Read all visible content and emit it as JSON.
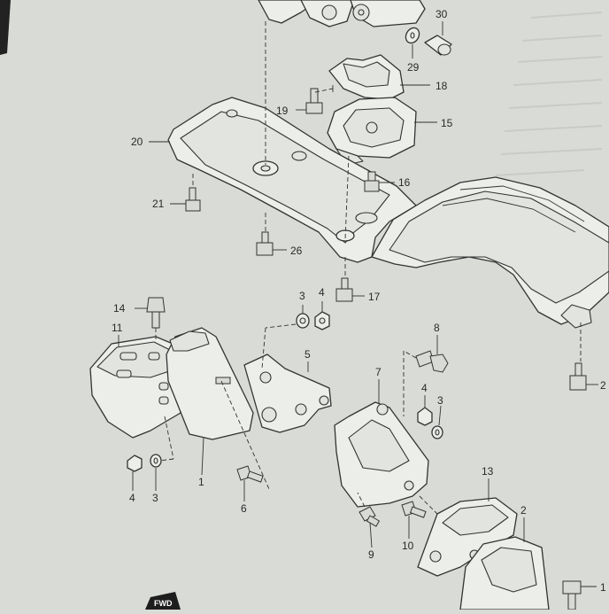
{
  "diagram": {
    "callouts": [
      {
        "id": "c30",
        "label": "30"
      },
      {
        "id": "c29",
        "label": "29"
      },
      {
        "id": "c18",
        "label": "18"
      },
      {
        "id": "c15",
        "label": "15"
      },
      {
        "id": "c19",
        "label": "19"
      },
      {
        "id": "c20",
        "label": "20"
      },
      {
        "id": "c16",
        "label": "16"
      },
      {
        "id": "c21",
        "label": "21"
      },
      {
        "id": "c26",
        "label": "26"
      },
      {
        "id": "c17",
        "label": "17"
      },
      {
        "id": "c3a",
        "label": "3"
      },
      {
        "id": "c4a",
        "label": "4"
      },
      {
        "id": "c14",
        "label": "14"
      },
      {
        "id": "c11",
        "label": "11"
      },
      {
        "id": "c5",
        "label": "5"
      },
      {
        "id": "c8",
        "label": "8"
      },
      {
        "id": "c7",
        "label": "7"
      },
      {
        "id": "c4b",
        "label": "4"
      },
      {
        "id": "c3b",
        "label": "3"
      },
      {
        "id": "c1",
        "label": "1"
      },
      {
        "id": "c4c",
        "label": "4"
      },
      {
        "id": "c3c",
        "label": "3"
      },
      {
        "id": "c6",
        "label": "6"
      },
      {
        "id": "c13",
        "label": "13"
      },
      {
        "id": "c2",
        "label": "2"
      },
      {
        "id": "c9",
        "label": "9"
      },
      {
        "id": "c10",
        "label": "10"
      },
      {
        "id": "c2x",
        "label": "2"
      },
      {
        "id": "c1x",
        "label": "1"
      }
    ],
    "badge": "FWD"
  }
}
